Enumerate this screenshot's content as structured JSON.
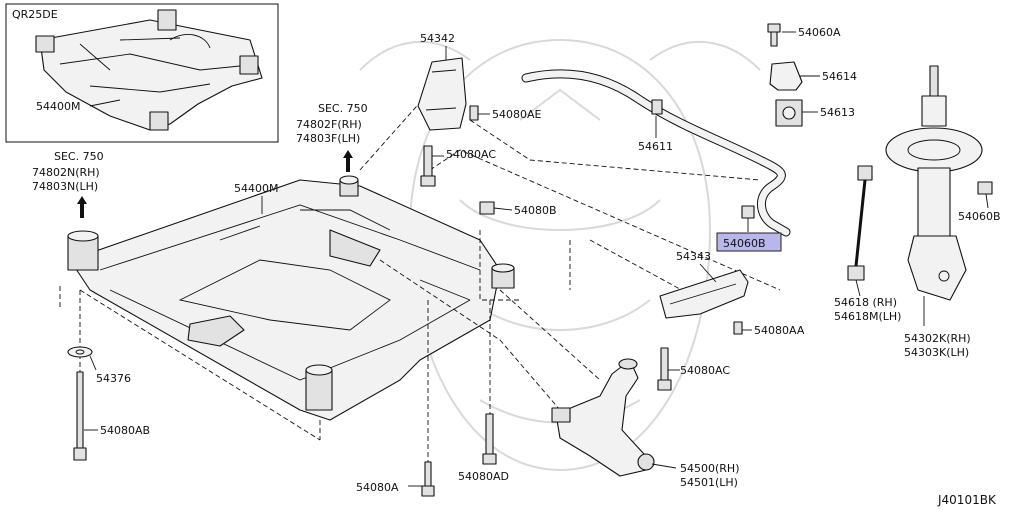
{
  "inset": {
    "engine": "QR25DE",
    "part": "54400M"
  },
  "labels": {
    "sec750_right": [
      "SEC. 750",
      "74802F(RH)",
      "74803F(LH)"
    ],
    "sec750_left": [
      "SEC. 750",
      "74802N(RH)",
      "74803N(LH)"
    ],
    "p54342": "54342",
    "p54080AE": "54080AE",
    "p54080AC_top": "54080AC",
    "p54400M": "54400M",
    "p54080B_mid": "54080B",
    "p54376": "54376",
    "p54080AB": "54080AB",
    "p54080A": "54080A",
    "p54080AD": "54080AD",
    "p54343": "54343",
    "p54080AA": "54080AA",
    "p54080AC_bot": "54080AC",
    "p54500": [
      "54500(RH)",
      "54501(LH)"
    ],
    "p54611": "54611",
    "p54060A": "54060A",
    "p54614": "54614",
    "p54613": "54613",
    "p54060B_hl": "54060B",
    "p54060B_right": "54060B",
    "p54618": [
      "54618 (RH)",
      "54618M(LH)"
    ],
    "p54302": [
      "54302K(RH)",
      "54303K(LH)"
    ],
    "diagram_code": "J40101BK"
  },
  "colors": {
    "highlight": "#b7b7ec",
    "line": "#111111",
    "watermark": "#d9d9d9"
  }
}
